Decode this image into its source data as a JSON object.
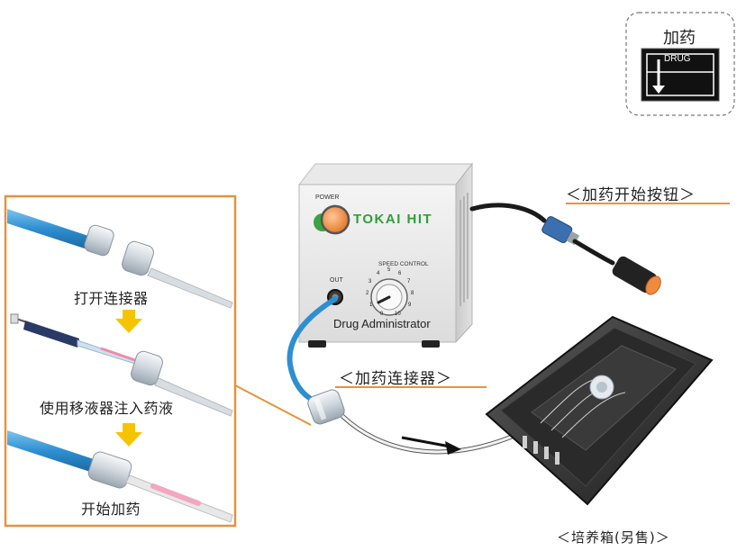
{
  "drug_button_panel": {
    "title": "加药",
    "screen_label": "DRUG"
  },
  "callouts": {
    "start_button": "＜加药开始按钮＞",
    "drug_connector": "＜加药连接器＞",
    "incubator": "＜培养箱(另售)＞"
  },
  "device": {
    "power_label": "POWER",
    "brand": "TOKAI HIT",
    "speed_label": "SPEED CONTROL",
    "out_label": "OUT",
    "name": "Drug Administrator",
    "dial_ticks": [
      "0",
      "1",
      "2",
      "3",
      "4",
      "5",
      "6",
      "7",
      "8",
      "9",
      "10"
    ]
  },
  "steps": [
    {
      "label": "打开连接器"
    },
    {
      "label": "使用移液器注入药液"
    },
    {
      "label": "开始加药"
    }
  ],
  "colors": {
    "accent_orange": "#e8923a",
    "tube_blue": "#2e8fd0",
    "arrow_yellow": "#f5c400",
    "brand_green": "#2f9e3a",
    "button_orange": "#f08a3c",
    "dark_gray": "#333333"
  }
}
